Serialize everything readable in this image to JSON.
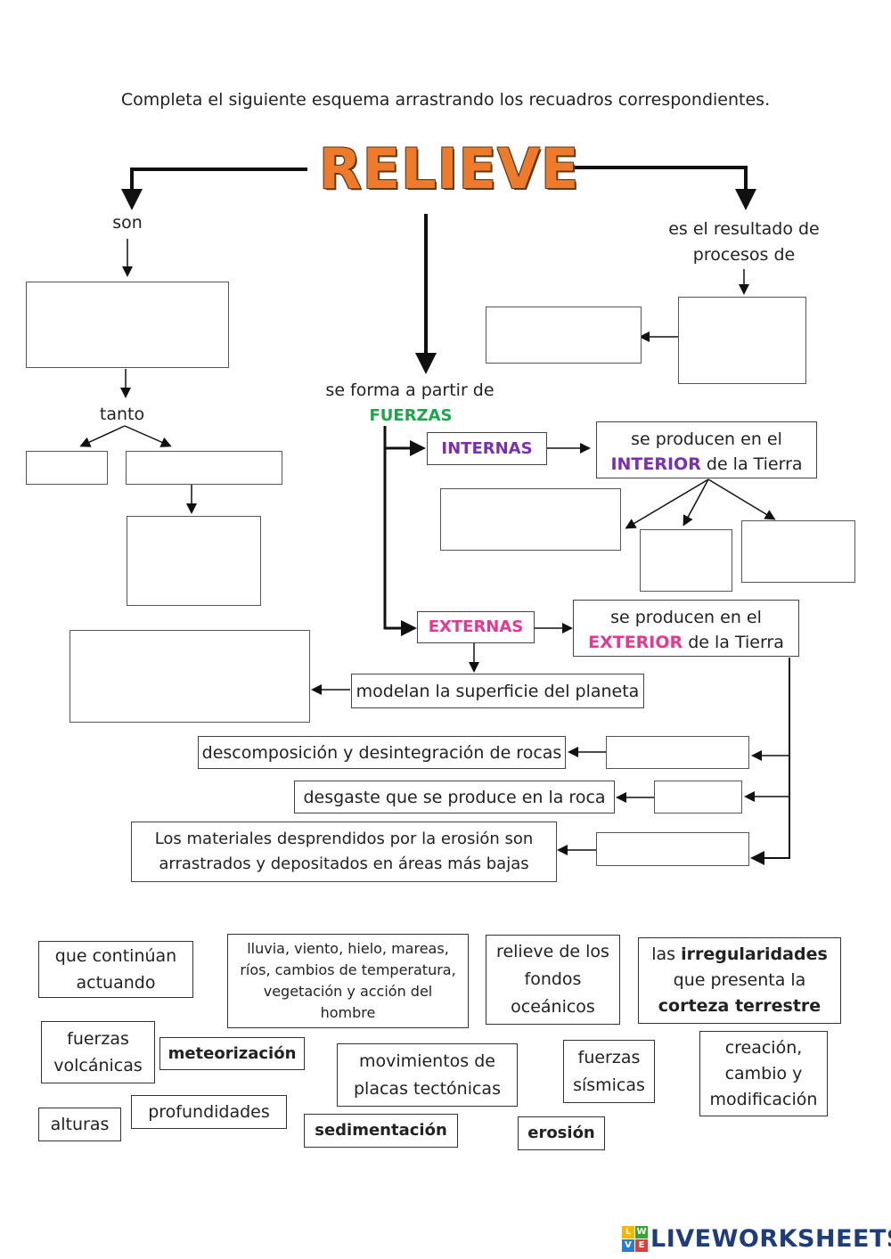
{
  "instruction": "Completa el siguiente esquema arrastrando los recuadros correspondientes.",
  "title": "RELIEVE",
  "labels": {
    "son": "son",
    "es_resultado_1": "es el resultado de",
    "es_resultado_2": "procesos de",
    "tanto": "tanto",
    "se_forma": "se forma a partir de",
    "fuerzas": "FUERZAS"
  },
  "internas": {
    "label": "INTERNAS",
    "desc_1": "se producen en el",
    "desc_highlight": "INTERIOR",
    "desc_2": " de la Tierra"
  },
  "externas": {
    "label": "EXTERNAS",
    "desc_1": "se producen en el",
    "desc_highlight": "EXTERIOR",
    "desc_2": " de la Tierra",
    "modelan": "modelan la superficie del planeta"
  },
  "definitions": {
    "descomposicion": "descomposición y desintegración de rocas",
    "desgaste": "desgaste que se produce en la roca",
    "materiales_1": "Los materiales desprendidos por la erosión son",
    "materiales_2": "arrastrados y depositados en áreas más bajas"
  },
  "cards": {
    "que_continuan": [
      "que continúan",
      "actuando"
    ],
    "lluvia": [
      "lluvia, viento, hielo, mareas,",
      "ríos, cambios de temperatura,",
      "vegetación y acción del",
      "hombre"
    ],
    "relieve_fondos": [
      "relieve de los",
      "fondos",
      "oceánicos"
    ],
    "irregularidades": {
      "pre": "las ",
      "bold1": "irregularidades",
      "mid": "que presenta la",
      "bold2": "corteza terrestre"
    },
    "fuerzas_volcanicas": [
      "fuerzas",
      "volcánicas"
    ],
    "meteorizacion": "meteorización",
    "movimientos": [
      "movimientos de",
      "placas tectónicas"
    ],
    "fuerzas_sismicas": [
      "fuerzas",
      "sísmicas"
    ],
    "creacion": [
      "creación,",
      "cambio y",
      "modificación"
    ],
    "alturas": "alturas",
    "profundidades": "profundidades",
    "sedimentacion": "sedimentación",
    "erosion": "erosión"
  },
  "brand": {
    "name": "LIVEWORKSHEETS",
    "logo_letters": [
      "L",
      "W",
      "V",
      "E"
    ],
    "logo_colors": [
      "#f5b700",
      "#3aa335",
      "#2b7bd1",
      "#e23b3b"
    ]
  }
}
